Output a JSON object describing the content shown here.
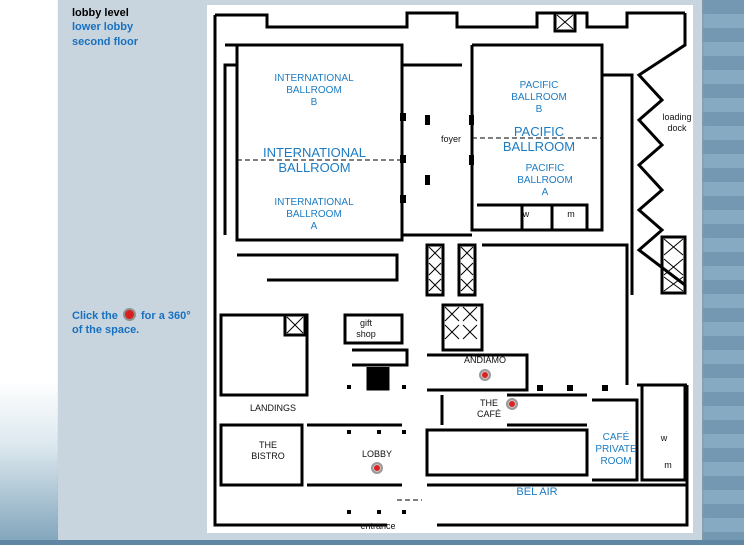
{
  "nav": {
    "current": "lobby level",
    "links": [
      "lower lobby",
      "second floor"
    ]
  },
  "hint": {
    "before": "Click the",
    "after": "for a 360° of the space."
  },
  "rooms": {
    "intl_ballroom_b": [
      "INTERNATIONAL",
      "BALLROOM",
      "B"
    ],
    "intl_ballroom": [
      "INTERNATIONAL",
      "BALLROOM"
    ],
    "intl_ballroom_a": [
      "INTERNATIONAL",
      "BALLROOM",
      "A"
    ],
    "foyer": "foyer",
    "pacific_ballroom_b": [
      "PACIFIC",
      "BALLROOM",
      "B"
    ],
    "pacific_ballroom": [
      "PACIFIC",
      "BALLROOM"
    ],
    "pacific_ballroom_a": [
      "PACIFIC",
      "BALLROOM",
      "A"
    ],
    "loading_dock": [
      "loading",
      "dock"
    ],
    "restroom_w": "w",
    "restroom_m": "m",
    "gift_shop": [
      "gift",
      "shop"
    ],
    "andiamo": "ANDIAMO",
    "the_cafe": [
      "THE",
      "CAFÉ"
    ],
    "landings": "LANDINGS",
    "the_bistro": [
      "THE",
      "BISTRO"
    ],
    "lobby": "LOBBY",
    "cafe_private_room": [
      "CAFÉ",
      "PRIVATE",
      "ROOM"
    ],
    "bel_air": "BEL AIR",
    "entrance": "entrance"
  },
  "colors": {
    "panel": "#c9d5de",
    "link": "#1870c0",
    "room_label": "#1d7bc2",
    "hotspot": "#d92323"
  }
}
